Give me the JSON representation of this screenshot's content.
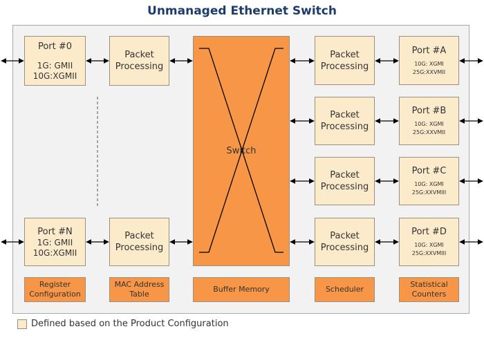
{
  "title": "Unmanaged Ethernet Switch",
  "left": {
    "port0": {
      "title": "Port #0",
      "line1": "1G: GMII",
      "line2": "10G:XGMII"
    },
    "portN": {
      "title": "Port #N",
      "line1": "1G: GMII",
      "line2": "10G:XGMII"
    },
    "pp_top": {
      "line1": "Packet",
      "line2": "Processing"
    },
    "pp_bottom": {
      "line1": "Packet",
      "line2": "Processing"
    }
  },
  "switch_label": "Switch",
  "right": {
    "rows": [
      {
        "pp_line1": "Packet",
        "pp_line2": "Processing",
        "port_title": "Port #A",
        "line1": "10G: XGMI",
        "line2": "25G:XXVMII"
      },
      {
        "pp_line1": "Packet",
        "pp_line2": "Processing",
        "port_title": "Port #B",
        "line1": "10G: XGMI",
        "line2": "25G:XXVMII"
      },
      {
        "pp_line1": "Packet",
        "pp_line2": "Processing",
        "port_title": "Port #C",
        "line1": "10G: XGMI",
        "line2": "25G:XXVMIII"
      },
      {
        "pp_line1": "Packet",
        "pp_line2": "Processing",
        "port_title": "Port #D",
        "line1": "10G: XGMI",
        "line2": "25G:XXVMIII"
      }
    ]
  },
  "bottom": {
    "register": {
      "line1": "Register",
      "line2": "Configuration"
    },
    "mac": {
      "line1": "MAC Address",
      "line2": "Table"
    },
    "buffer": "Buffer Memory",
    "scheduler": "Scheduler",
    "stats": {
      "line1": "Statistical",
      "line2": "Counters"
    }
  },
  "legend": "Defined based on the Product Configuration",
  "colors": {
    "light_block": "#fcebcb",
    "dark_block": "#f79646",
    "frame": "#f2f2f2",
    "title": "#1d3c6e"
  }
}
